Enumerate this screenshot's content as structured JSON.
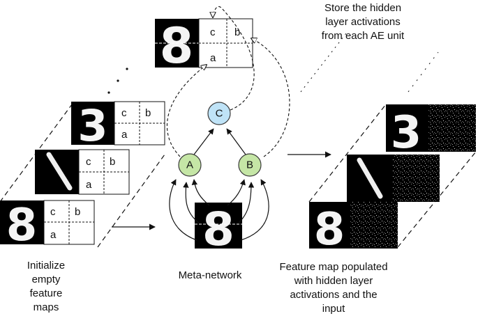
{
  "captions": {
    "init": "Initialize\nempty\nfeature\nmaps",
    "meta": "Meta-network",
    "populated": "Feature map populated\nwith hidden layer\nactivations and the\ninput",
    "store": "Store the hidden\nlayer activations\nfrom each AE unit"
  },
  "cells": {
    "a": "a",
    "b": "b",
    "c": "c"
  },
  "nodes": {
    "A": "A",
    "B": "B",
    "C": "C"
  },
  "digits": {
    "eight": "8",
    "one": "1",
    "three": "3"
  },
  "colors": {
    "node_green": "#c5e6a6",
    "node_blue": "#bfe3f7",
    "node_stroke": "#3a3a3a",
    "digit_bg": "#000000",
    "digit_fg": "#f4f4f4",
    "line": "#111111"
  }
}
